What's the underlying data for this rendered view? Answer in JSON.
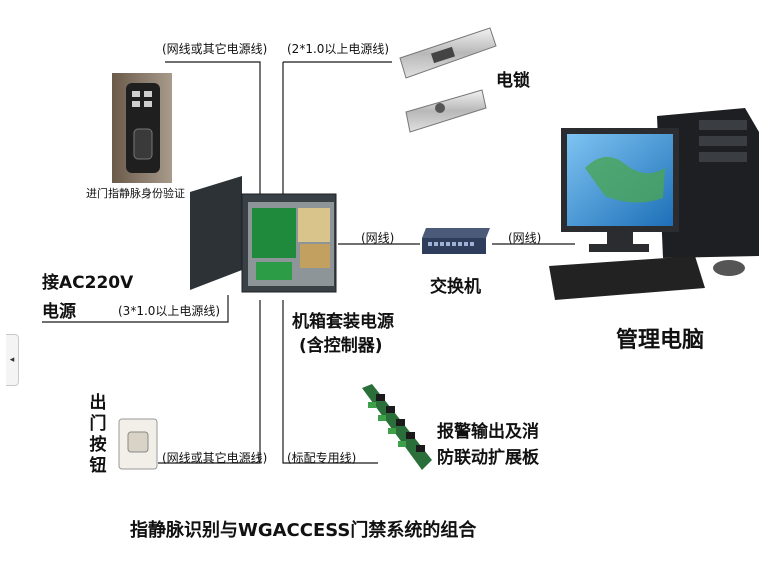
{
  "diagram": {
    "title": "指静脉识别与WGACCESS门禁系统的组合",
    "nodes": {
      "fingerprint_reader": "进门指静脉身份验证",
      "electric_lock": "电锁",
      "control_box": [
        "机箱套装电源",
        "(含控制器)"
      ],
      "switch": "交换机",
      "management_pc": "管理电脑",
      "exit_button": "出门按钮",
      "alarm_board": [
        "报警输出及消",
        "防联动扩展板"
      ],
      "ac_power": [
        "接AC220V",
        "电源"
      ]
    },
    "edges": {
      "reader_to_box": "(网线或其它电源线)",
      "lock_to_box": "(2*1.0以上电源线)",
      "box_to_switch": "(网线)",
      "switch_to_pc": "(网线)",
      "power_to_box": "(3*1.0以上电源线)",
      "button_to_box": "(网线或其它电源线)",
      "board_to_box": "(标配专用线)"
    }
  },
  "ui": {
    "side_tab_glyph": "◂"
  },
  "colors": {
    "line": "#1a1a1a",
    "metal": "#2c3236",
    "screen": "#2f8fd6"
  }
}
